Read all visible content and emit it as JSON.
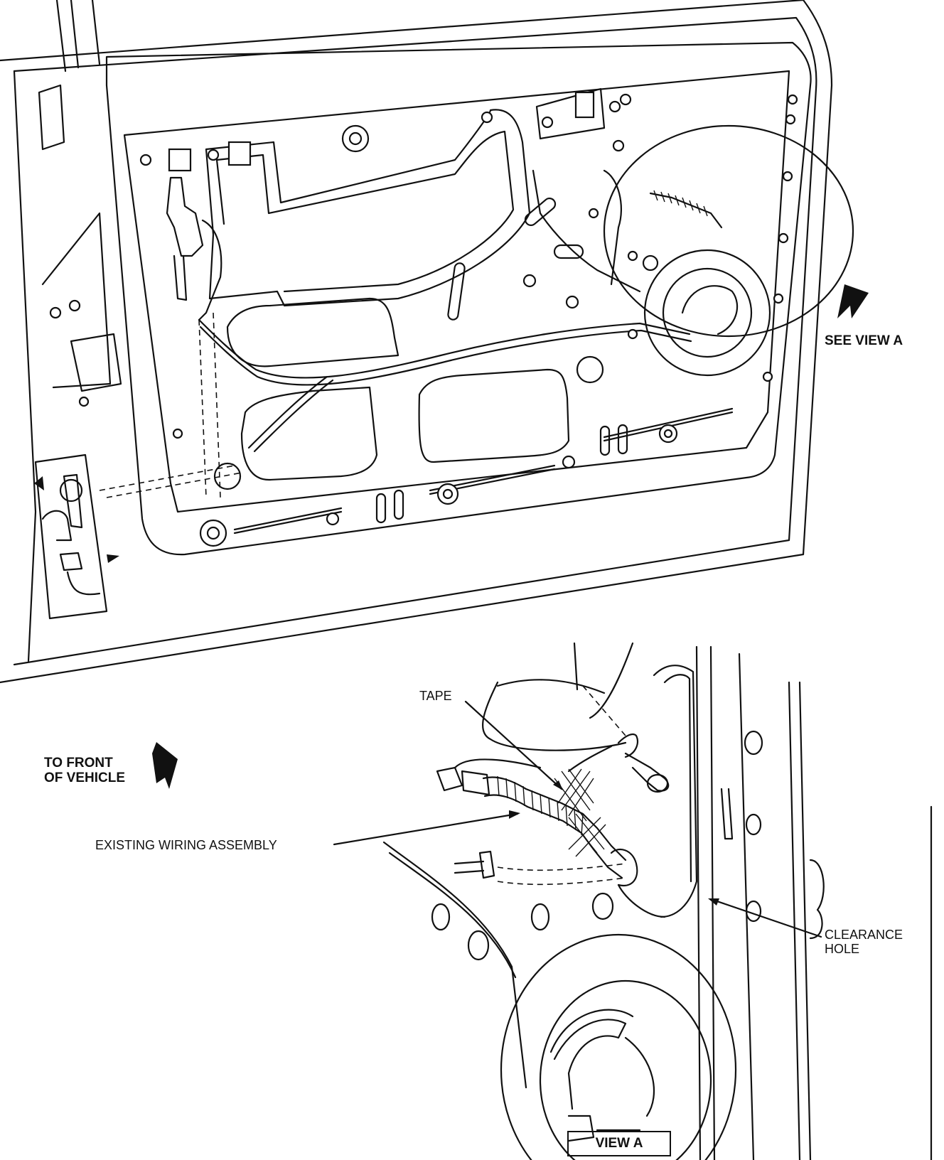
{
  "labels": {
    "see_view_a": "SEE VIEW A",
    "to_front_line1": "TO FRONT",
    "to_front_line2": "OF VEHICLE",
    "tape": "TAPE",
    "existing_wiring": "EXISTING WIRING ASSEMBLY",
    "clearance_line1": "CLEARANCE",
    "clearance_line2": "HOLE",
    "view_a": "VIEW A"
  }
}
